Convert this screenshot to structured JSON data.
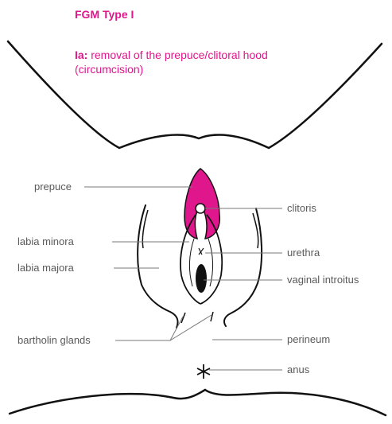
{
  "title": "FGM Type I",
  "subtitle": {
    "prefix": "Ia:",
    "text": "removal of the prepuce/clitoral hood (circumcision)"
  },
  "labels": {
    "prepuce": "prepuce",
    "labia_minora": "labia minora",
    "labia_majora": "labia majora",
    "bartholin_glands": "bartholin glands",
    "clitoris": "clitoris",
    "urethra": "urethra",
    "vaginal_introitus": "vaginal introitus",
    "perineum": "perineum",
    "anus": "anus"
  },
  "colors": {
    "highlight": "#e0168c",
    "outline": "#111111",
    "leader": "#7a7a7a",
    "label_text": "#5a5a5a"
  }
}
